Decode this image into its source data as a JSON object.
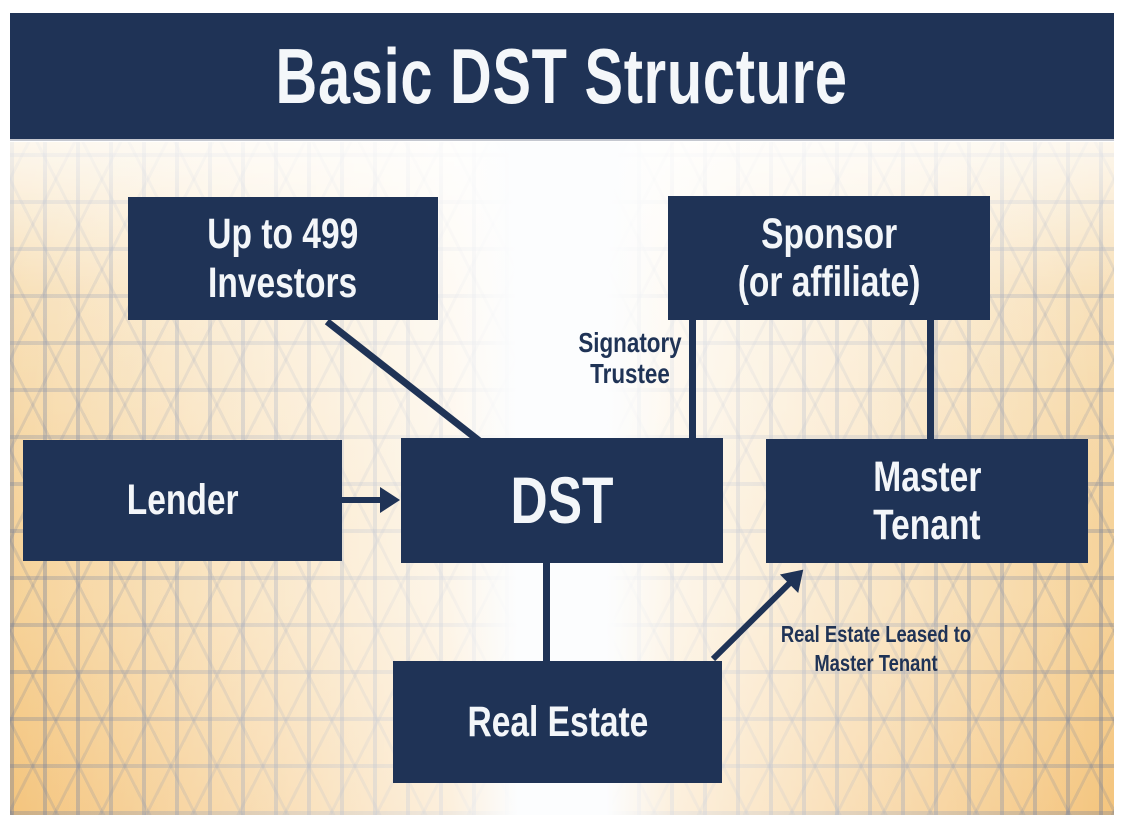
{
  "title": "Basic DST Structure",
  "diagram_type": "flow-diagram",
  "colors": {
    "navy": "#1f3356",
    "box_text": "#f3f6f9",
    "background_peach": "#f5d7a4",
    "background_orange": "#f4c176",
    "building_line_gray": "#767f96"
  },
  "nodes": {
    "investors": {
      "line1": "Up to 499",
      "line2": "Investors"
    },
    "sponsor": {
      "line1": "Sponsor",
      "line2": "(or affiliate)"
    },
    "lender": {
      "line1": "Lender"
    },
    "dst": {
      "line1": "DST"
    },
    "master_tenant": {
      "line1": "Master",
      "line2": "Tenant"
    },
    "real_estate": {
      "line1": "Real Estate"
    }
  },
  "edge_labels": {
    "signatory_trustee": {
      "line1": "Signatory",
      "line2": "Trustee"
    },
    "leased": {
      "line1": "Real Estate Leased to",
      "line2": "Master Tenant"
    }
  },
  "edges": [
    {
      "from": "investors",
      "to": "dst",
      "style": "line"
    },
    {
      "from": "sponsor",
      "to": "dst",
      "style": "line",
      "label": "Signatory Trustee"
    },
    {
      "from": "sponsor",
      "to": "master_tenant",
      "style": "line"
    },
    {
      "from": "lender",
      "to": "dst",
      "style": "arrow"
    },
    {
      "from": "dst",
      "to": "real_estate",
      "style": "line"
    },
    {
      "from": "real_estate",
      "to": "master_tenant",
      "style": "arrow",
      "label": "Real Estate Leased to Master Tenant"
    }
  ]
}
